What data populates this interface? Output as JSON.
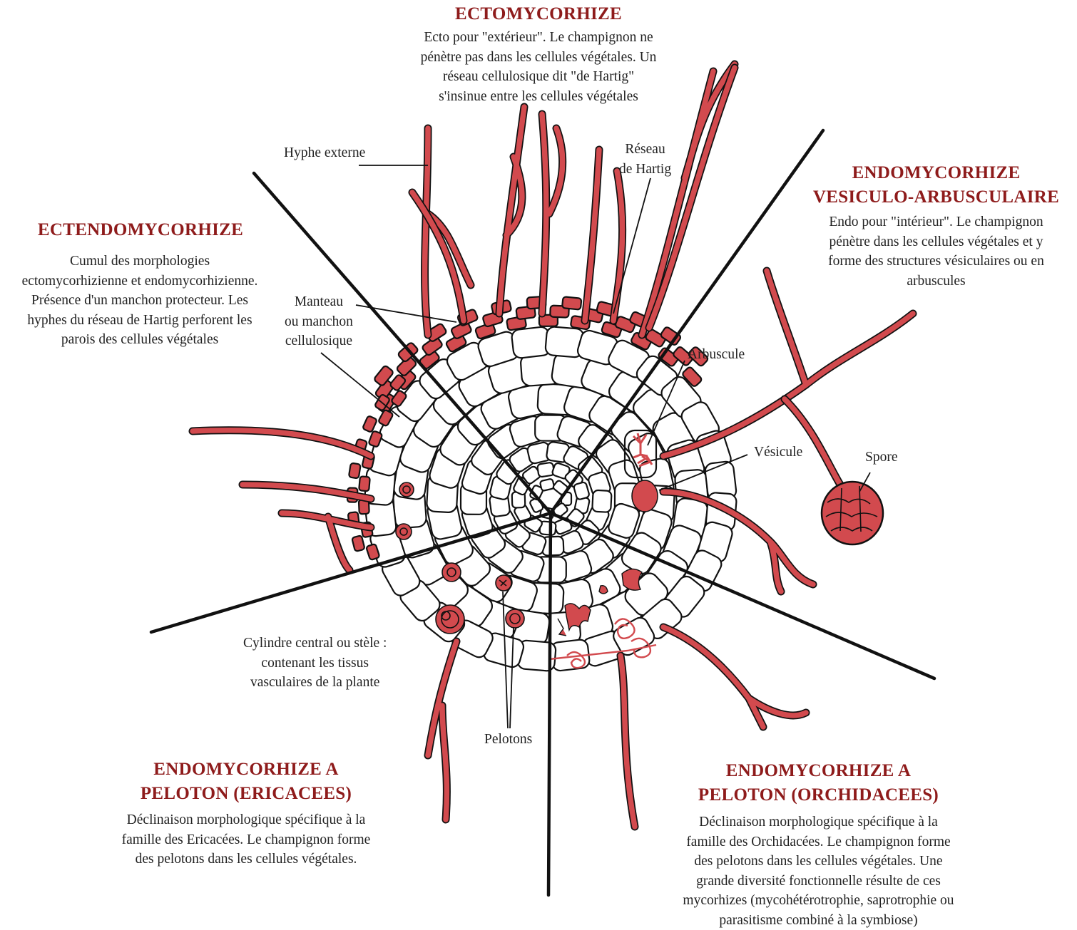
{
  "sections": {
    "ecto": {
      "title": "ECTOMYCORHIZE",
      "desc": [
        "Ecto pour \"extérieur\". Le champignon ne",
        "pénètre pas dans les cellules végétales. Un",
        "réseau cellulosique dit \"de Hartig\"",
        "s'insinue entre les cellules végétales"
      ]
    },
    "ectendo": {
      "title": "ECTENDOMYCORHIZE",
      "desc": [
        "Cumul des morphologies",
        "ectomycorhizienne et endomycorhizienne.",
        "Présence d'un manchon protecteur. Les",
        "hyphes du réseau de Hartig perforent les",
        "parois des cellules végétales"
      ]
    },
    "endo_va": {
      "title": [
        "ENDOMYCORHIZE",
        "VESICULO-ARBUSCULAIRE"
      ],
      "desc": [
        "Endo pour \"intérieur\". Le champignon",
        "pénètre dans les cellules végétales et y",
        "forme des structures vésiculaires ou en",
        "arbuscules"
      ]
    },
    "ericacees": {
      "title": [
        "ENDOMYCORHIZE A",
        "PELOTON (ERICACEES)"
      ],
      "desc": [
        "Déclinaison morphologique spécifique à la",
        "famille des Ericacées. Le champignon forme",
        "des pelotons dans les cellules végétales."
      ]
    },
    "orchidacees": {
      "title": [
        "ENDOMYCORHIZE A",
        "PELOTON (ORCHIDACEES)"
      ],
      "desc": [
        "Déclinaison morphologique spécifique à la",
        "famille des Orchidacées. Le champignon forme",
        "des pelotons dans les cellules végétales. Une",
        "grande diversité fonctionnelle résulte de ces",
        "mycorhizes (mycohétérotrophie, saprotrophie ou",
        "parasitisme combiné à la symbiose)"
      ]
    }
  },
  "labels": {
    "hyphe_externe": "Hyphe externe",
    "reseau_hartig": [
      "Réseau",
      "de Hartig"
    ],
    "manteau": [
      "Manteau",
      "ou manchon",
      "cellulosique"
    ],
    "arbuscule": "Arbuscule",
    "vesicule": "Vésicule",
    "spore": "Spore",
    "cylindre": [
      "Cylindre central ou stèle :",
      "contenant les tissus",
      "vasculaires de la plante"
    ],
    "pelotons": "Pelotons"
  },
  "colors": {
    "fungus": "#d24a4e",
    "title": "#8e1b1b",
    "outline": "#111111"
  }
}
